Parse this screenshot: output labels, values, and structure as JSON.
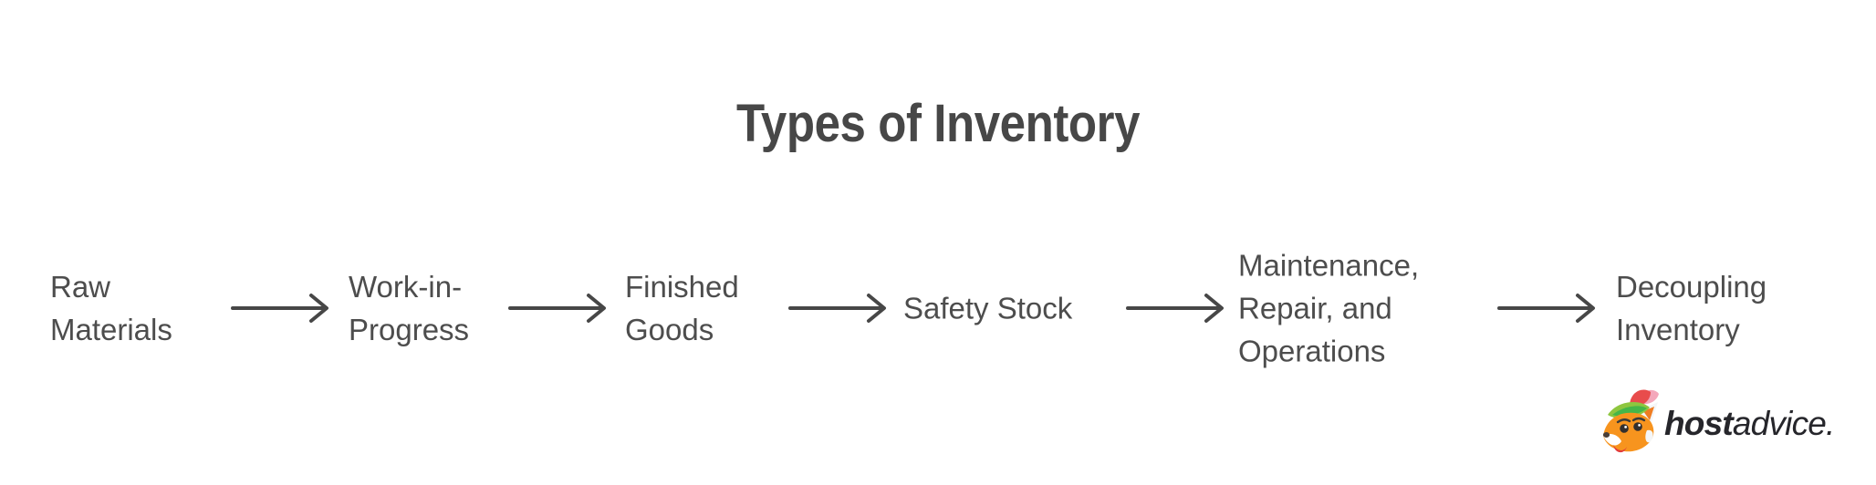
{
  "title": {
    "text": "Types of Inventory"
  },
  "chart_data": {
    "type": "flow-diagram",
    "title": "Types of Inventory",
    "sequence": [
      "Raw Materials",
      "Work-in-Progress",
      "Finished Goods",
      "Safety Stock",
      "Maintenance, Repair, and Operations",
      "Decoupling Inventory"
    ]
  },
  "flow": {
    "items": [
      {
        "id": "raw-materials",
        "label": "Raw\nMaterials"
      },
      {
        "id": "work-in-progress",
        "label": "Work-in-\nProgress"
      },
      {
        "id": "finished-goods",
        "label": "Finished\nGoods"
      },
      {
        "id": "safety-stock",
        "label": "Safety Stock"
      },
      {
        "id": "maintenance-repair-operations",
        "label": "Maintenance,\nRepair, and\nOperations"
      },
      {
        "id": "decoupling-inventory",
        "label": "Decoupling\nInventory"
      }
    ],
    "arrow_count": 5
  },
  "logo": {
    "brand_bold": "host",
    "brand_regular": "advice."
  },
  "colors": {
    "background": "#ffffff",
    "title_text": "#474747",
    "body_text": "#4d4d4d",
    "arrow": "#474747",
    "logo_text": "#26262b",
    "fox_orange": "#f7941e",
    "fox_ear_orange": "#ef7d22",
    "fox_leaf_green_light": "#8ec63f",
    "fox_leaf_green_dark": "#45b649",
    "fox_feather_red": "#e84c4c",
    "fox_feather_pink": "#f4a7bb",
    "fox_tongue_red": "#e23b3b"
  }
}
